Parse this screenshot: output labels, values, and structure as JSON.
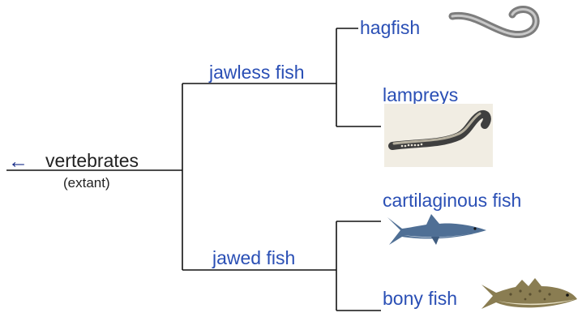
{
  "root": {
    "arrow": "←",
    "label": "vertebrates",
    "sublabel": "(extant)"
  },
  "clades": {
    "jawless": "jawless fish",
    "jawed": "jawed fish"
  },
  "leaves": {
    "hagfish": "hagfish",
    "lampreys": "lampreys",
    "cartilaginous": "cartilaginous fish",
    "bony": "bony fish"
  },
  "colors": {
    "label_blue": "#2a4fb5",
    "line": "#111111",
    "arrow": "#1a2f8a"
  },
  "icons": [
    "hagfish-illustration",
    "lamprey-illustration",
    "shark-illustration",
    "cod-illustration"
  ]
}
